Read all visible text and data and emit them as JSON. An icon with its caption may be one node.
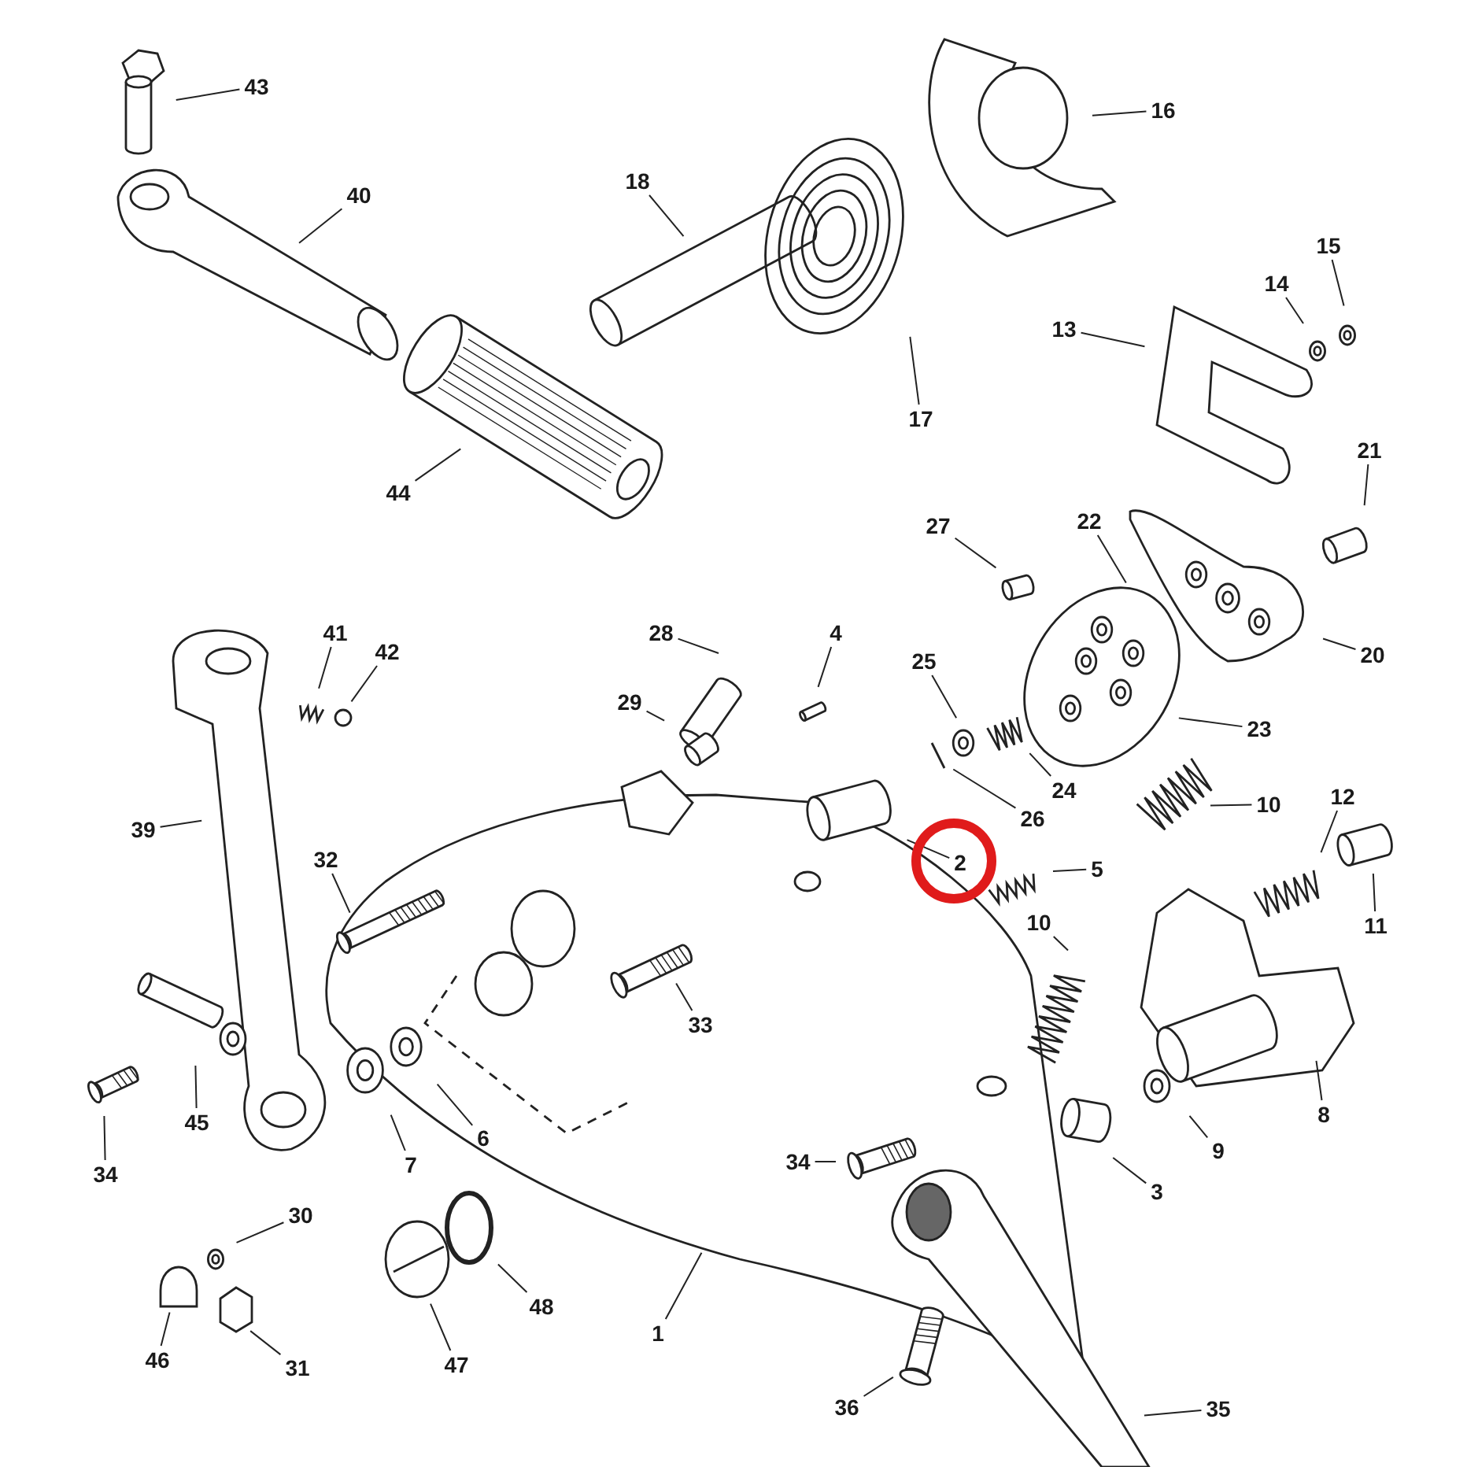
{
  "diagram": {
    "nodes": [
      {
        "text": [
          "43"
        ]
      },
      {
        "text": [
          "40"
        ]
      },
      {
        "text": [
          "18"
        ]
      },
      {
        "text": [
          "16"
        ]
      },
      {
        "text": [
          "17"
        ]
      },
      {
        "text": [
          "13"
        ]
      },
      {
        "text": [
          "14"
        ]
      },
      {
        "text": [
          "15"
        ]
      },
      {
        "text": [
          "44"
        ]
      },
      {
        "text": [
          "21"
        ]
      },
      {
        "text": [
          "27"
        ]
      },
      {
        "text": [
          "22"
        ]
      },
      {
        "text": [
          "20"
        ]
      },
      {
        "text": [
          "28"
        ]
      },
      {
        "text": [
          "4"
        ]
      },
      {
        "text": [
          "41"
        ]
      },
      {
        "text": [
          "42"
        ]
      },
      {
        "text": [
          "25"
        ]
      },
      {
        "text": [
          "29"
        ]
      },
      {
        "text": [
          "23"
        ]
      },
      {
        "text": [
          "24"
        ]
      },
      {
        "text": [
          "10"
        ]
      },
      {
        "text": [
          "12"
        ]
      },
      {
        "text": [
          "26"
        ]
      },
      {
        "text": [
          "39"
        ]
      },
      {
        "text": [
          "32"
        ]
      },
      {
        "text": [
          "2"
        ]
      },
      {
        "text": [
          "5"
        ]
      },
      {
        "text": [
          "10"
        ]
      },
      {
        "text": [
          "11"
        ]
      },
      {
        "text": [
          "33"
        ]
      },
      {
        "text": [
          "8"
        ]
      },
      {
        "text": [
          "45"
        ]
      },
      {
        "text": [
          "6"
        ]
      },
      {
        "text": [
          "7"
        ]
      },
      {
        "text": [
          "9"
        ]
      },
      {
        "text": [
          "34"
        ]
      },
      {
        "text": [
          "34"
        ]
      },
      {
        "text": [
          "3"
        ]
      },
      {
        "text": [
          "30"
        ]
      },
      {
        "text": [
          "48"
        ]
      },
      {
        "text": [
          "1"
        ]
      },
      {
        "text": [
          "46"
        ]
      },
      {
        "text": [
          "31"
        ]
      },
      {
        "text": [
          "47"
        ]
      },
      {
        "text": [
          "36"
        ]
      },
      {
        "text": [
          "35"
        ]
      }
    ],
    "edges": [
      {
        "from": 0,
        "to": null,
        "arrow": "none"
      },
      {
        "from": 1,
        "to": null,
        "arrow": "none"
      },
      {
        "from": 2,
        "to": null,
        "arrow": "none"
      },
      {
        "from": 3,
        "to": null,
        "arrow": "none"
      },
      {
        "from": 4,
        "to": null,
        "arrow": "none"
      },
      {
        "from": 5,
        "to": null,
        "arrow": "none"
      },
      {
        "from": 6,
        "to": null,
        "arrow": "none"
      },
      {
        "from": 7,
        "to": null,
        "arrow": "none"
      },
      {
        "from": 8,
        "to": null,
        "arrow": "none"
      },
      {
        "from": 9,
        "to": null,
        "arrow": "none"
      },
      {
        "from": 10,
        "to": null,
        "arrow": "none"
      },
      {
        "from": 11,
        "to": null,
        "arrow": "none"
      },
      {
        "from": 12,
        "to": null,
        "arrow": "none"
      },
      {
        "from": 13,
        "to": null,
        "arrow": "none"
      },
      {
        "from": 14,
        "to": null,
        "arrow": "none"
      },
      {
        "from": 15,
        "to": null,
        "arrow": "none"
      },
      {
        "from": 16,
        "to": null,
        "arrow": "none"
      },
      {
        "from": 17,
        "to": null,
        "arrow": "none"
      },
      {
        "from": 18,
        "to": null,
        "arrow": "none"
      },
      {
        "from": 19,
        "to": null,
        "arrow": "none"
      },
      {
        "from": 20,
        "to": null,
        "arrow": "none"
      },
      {
        "from": 21,
        "to": null,
        "arrow": "none"
      },
      {
        "from": 22,
        "to": null,
        "arrow": "none"
      },
      {
        "from": 23,
        "to": null,
        "arrow": "none"
      },
      {
        "from": 24,
        "to": null,
        "arrow": "none"
      },
      {
        "from": 25,
        "to": null,
        "arrow": "none"
      },
      {
        "from": 26,
        "to": null,
        "arrow": "none"
      },
      {
        "from": 27,
        "to": null,
        "arrow": "none"
      },
      {
        "from": 28,
        "to": null,
        "arrow": "none"
      },
      {
        "from": 29,
        "to": null,
        "arrow": "none"
      },
      {
        "from": 30,
        "to": null,
        "arrow": "none"
      },
      {
        "from": 31,
        "to": null,
        "arrow": "none"
      },
      {
        "from": 32,
        "to": null,
        "arrow": "none"
      },
      {
        "from": 33,
        "to": null,
        "arrow": "none"
      },
      {
        "from": 34,
        "to": null,
        "arrow": "none"
      },
      {
        "from": 35,
        "to": null,
        "arrow": "none"
      },
      {
        "from": 36,
        "to": null,
        "arrow": "none"
      },
      {
        "from": 37,
        "to": null,
        "arrow": "none"
      },
      {
        "from": 38,
        "to": null,
        "arrow": "none"
      },
      {
        "from": 39,
        "to": null,
        "arrow": "none"
      },
      {
        "from": 40,
        "to": null,
        "arrow": "none"
      },
      {
        "from": 41,
        "to": null,
        "arrow": "none"
      },
      {
        "from": 42,
        "to": null,
        "arrow": "none"
      },
      {
        "from": 43,
        "to": null,
        "arrow": "none"
      },
      {
        "from": 44,
        "to": null,
        "arrow": "none"
      },
      {
        "from": 45,
        "to": null,
        "arrow": "none"
      },
      {
        "from": 46,
        "to": null,
        "arrow": "none"
      }
    ]
  }
}
